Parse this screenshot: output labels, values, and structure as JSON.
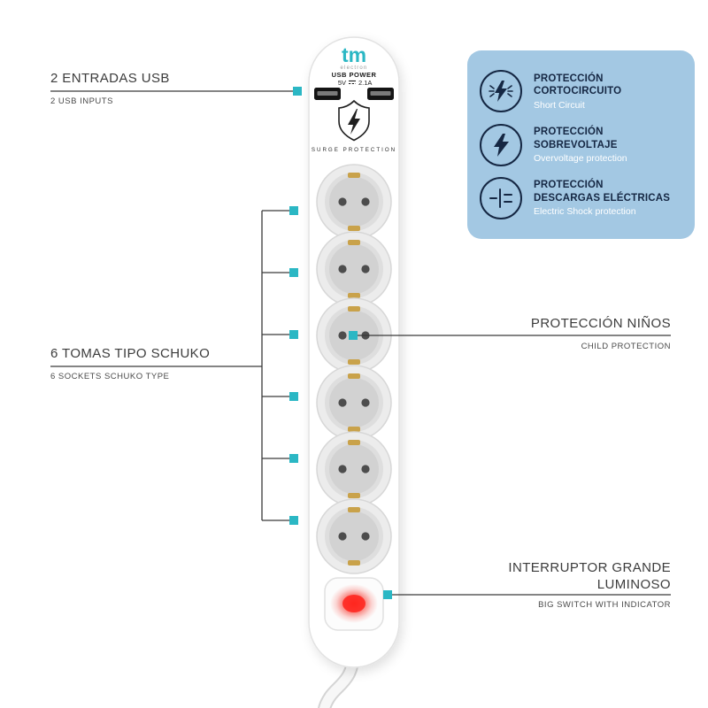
{
  "colors": {
    "accent_teal": "#2bb7c4",
    "panel_blue": "#a3c8e3",
    "navy": "#152743",
    "switch_red": "#f6382e",
    "line": "#3a3a3a"
  },
  "device": {
    "brand": "tm",
    "brand_sub": "electron",
    "usb_power_label": "USB POWER",
    "usb_voltage": "5V",
    "usb_current": "2.1A",
    "surge_label": "SURGE PROTECTION"
  },
  "callouts": {
    "usb": {
      "title": "2 ENTRADAS USB",
      "subtitle": "2 USB INPUTS"
    },
    "schuko": {
      "title": "6 TOMAS TIPO SCHUKO",
      "subtitle": "6 SOCKETS SCHUKO TYPE"
    },
    "child": {
      "title": "PROTECCIÓN NIÑOS",
      "subtitle": "CHILD PROTECTION"
    },
    "switch": {
      "title_line1": "INTERRUPTOR GRANDE",
      "title_line2": "LUMINOSO",
      "subtitle": "BIG SWITCH WITH INDICATOR"
    }
  },
  "protection_panel": {
    "items": [
      {
        "icon": "short-circuit-icon",
        "title_line1": "PROTECCIÓN",
        "title_line2": "CORTOCIRCUITO",
        "subtitle": "Short Circuit"
      },
      {
        "icon": "overvoltage-icon",
        "title_line1": "PROTECCIÓN",
        "title_line2": "SOBREVOLTAJE",
        "subtitle": "Overvoltage protection"
      },
      {
        "icon": "electric-shock-icon",
        "title_line1": "PROTECCIÓN",
        "title_line2": "DESCARGAS ELÉCTRICAS",
        "subtitle": "Electric Shock protection"
      }
    ]
  }
}
